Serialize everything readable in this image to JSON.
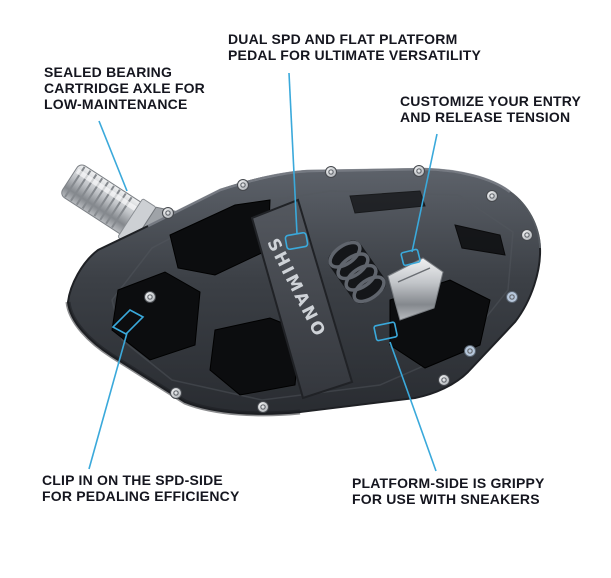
{
  "figure": {
    "type": "product-feature-diagram",
    "background": "#ffffff"
  },
  "colors": {
    "accent": "#3aa9db",
    "text": "#15161f",
    "pedal_body": "#3c4046",
    "pedal_dark": "#0c0d0f",
    "metal": "#c2c5c9"
  },
  "pedal": {
    "brand_label": "SHIMANO"
  },
  "callouts": {
    "dual_spd": {
      "line1": "DUAL SPD AND FLAT PLATFORM",
      "line2": "PEDAL FOR ULTIMATE VERSATILITY"
    },
    "sealed_bearing": {
      "line1": "SEALED BEARING",
      "line2": "CARTRIDGE AXLE FOR",
      "line3": "LOW-MAINTENANCE"
    },
    "customize": {
      "line1": "CUSTOMIZE YOUR ENTRY",
      "line2": "AND RELEASE TENSION"
    },
    "clip_in": {
      "line1": "CLIP IN ON THE SPD-SIDE",
      "line2": "FOR PEDALING EFFICIENCY"
    },
    "platform_side": {
      "line1": "PLATFORM-SIDE IS GRIPPY",
      "line2": "FOR USE WITH SNEAKERS"
    }
  }
}
